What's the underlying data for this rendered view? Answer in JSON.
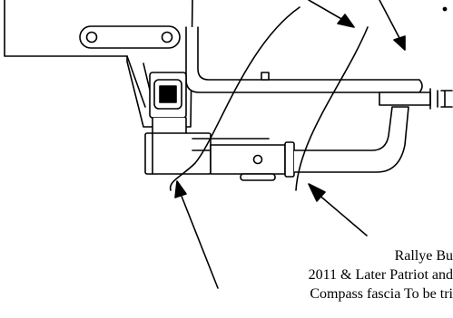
{
  "note": {
    "lines": [
      "Rallye Bu",
      "2011 & Later Patriot and",
      "Compass fascia To be tri"
    ]
  },
  "colors": {
    "background": "#ffffff",
    "ink": "#000000"
  }
}
